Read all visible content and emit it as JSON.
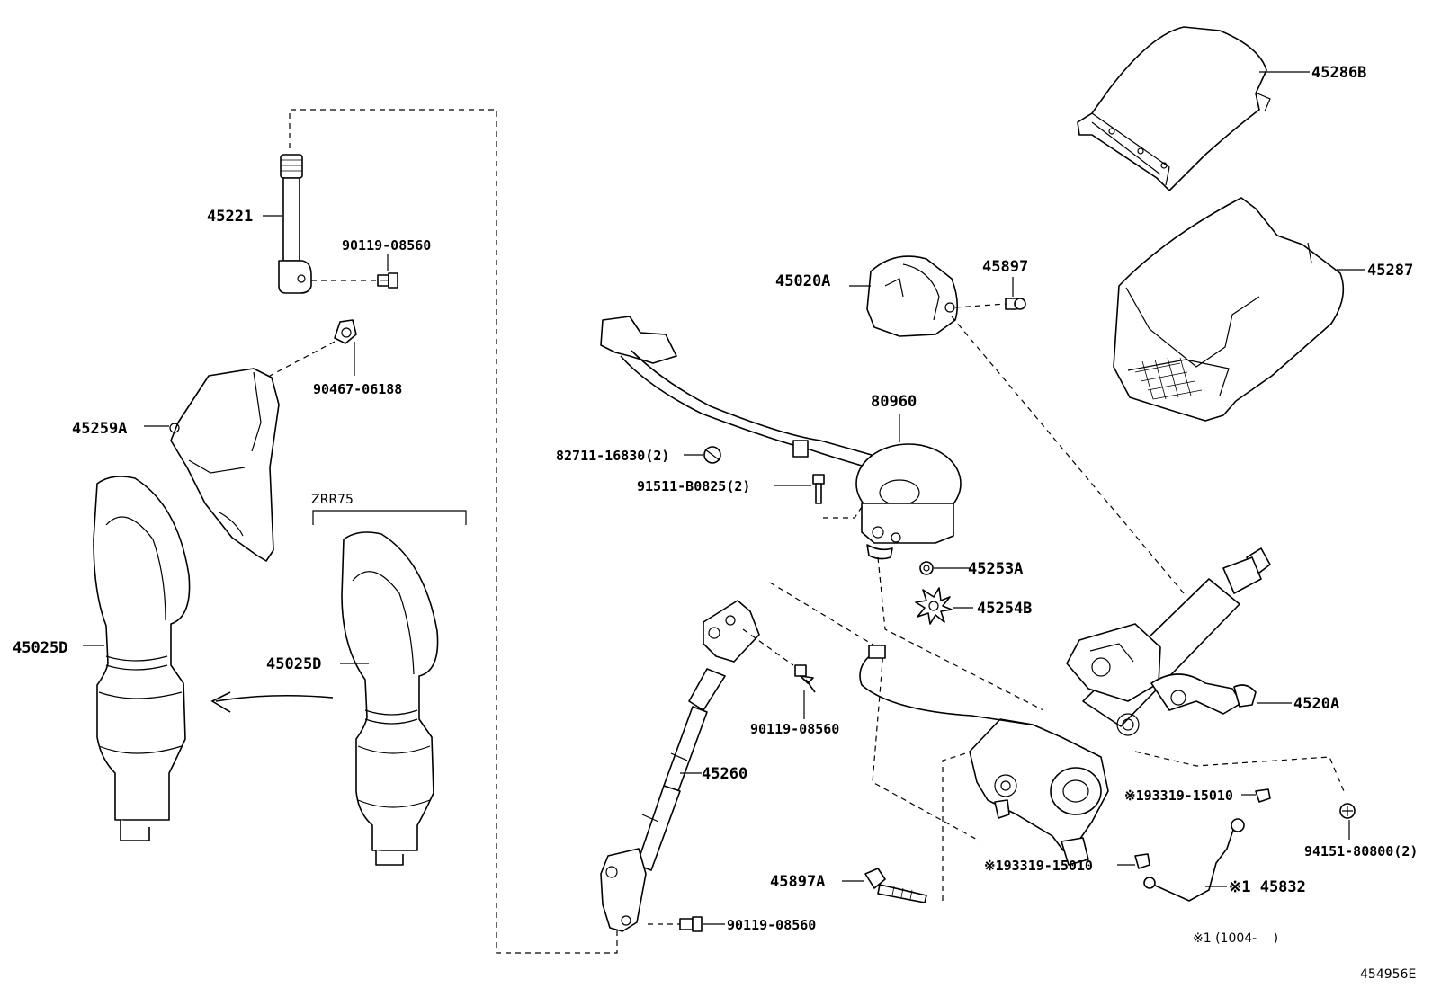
{
  "diagram": {
    "drawing_id": "454956E",
    "variant_label": "ZRR75",
    "footnote": "※1 (1004-　 )",
    "callouts": {
      "p45221": "45221",
      "p90119_top": "90119-08560",
      "p90467": "90467-06188",
      "p45259A": "45259A",
      "p45025D_left": "45025D",
      "p45025D_mid": "45025D",
      "p82711": "82711-16830(2)",
      "p91511": "91511-B0825(2)",
      "p45020A": "45020A",
      "p45897": "45897",
      "p80960": "80960",
      "p45253A": "45253A",
      "p45254B": "45254B",
      "p90119_mid": "90119-08560",
      "p45260": "45260",
      "p45897A": "45897A",
      "p90119_bot": "90119-08560",
      "p45286B": "45286B",
      "p45287": "45287",
      "p4520A": "4520A",
      "p193319_a": "※193319-15010",
      "p193319_b": "※193319-15010",
      "p94151": "94151-80800(2)",
      "p45832": "※1 45832"
    }
  }
}
